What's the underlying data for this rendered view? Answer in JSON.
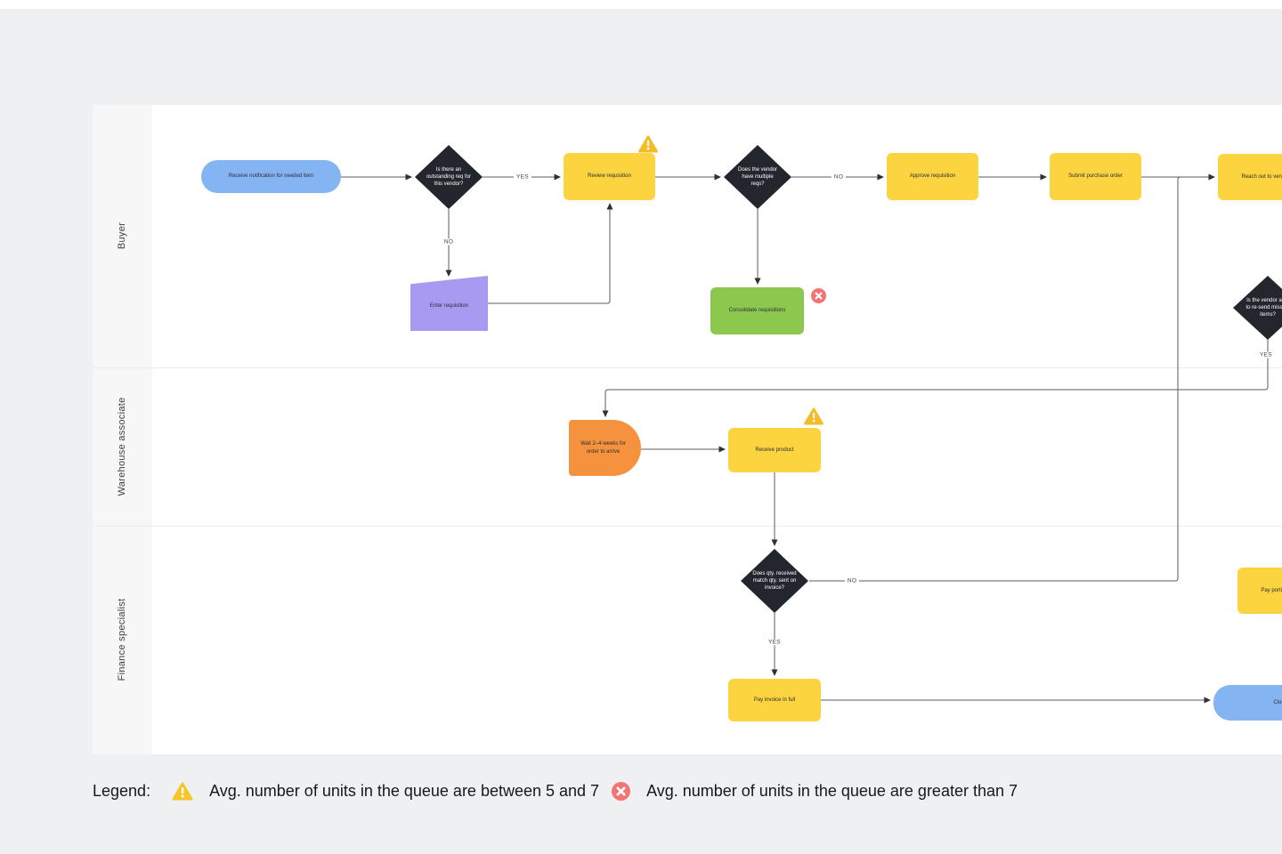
{
  "lanes": [
    {
      "label": "Buyer"
    },
    {
      "label": "Warehouse associate"
    },
    {
      "label": "Finance specialist"
    }
  ],
  "nodes": {
    "start": {
      "label": "Receive notification for needed item",
      "type": "terminator"
    },
    "outstanding_req": {
      "label": "Is there an outstanding req for this vendor?",
      "type": "decision"
    },
    "review_requisition": {
      "label": "Review requisition",
      "type": "process",
      "badge": "warning"
    },
    "enter_requisition": {
      "label": "Enter requisition",
      "type": "manual-input"
    },
    "multiple_reqs": {
      "label": "Does the vendor have multiple reqs?",
      "type": "decision"
    },
    "approve_requisition": {
      "label": "Approve requisition",
      "type": "process"
    },
    "submit_po": {
      "label": "Submit purchase order",
      "type": "process"
    },
    "reach_out_vendor": {
      "label": "Reach out to vendor",
      "type": "process"
    },
    "consolidate": {
      "label": "Consolidate requisitions",
      "type": "process",
      "badge": "error"
    },
    "resend": {
      "label": "Is the vendor able to re-send missing items?",
      "type": "decision"
    },
    "wait_order": {
      "label": "Wait 2–4 weeks for order to arrive",
      "type": "delay"
    },
    "receive_product": {
      "label": "Receive product",
      "type": "process",
      "badge": "warning"
    },
    "qty_match": {
      "label": "Does qty. received match qty. sent on invoice?",
      "type": "decision"
    },
    "pay_portion": {
      "label": "Pay portion of invoice",
      "type": "process"
    },
    "pay_invoice_full": {
      "label": "Pay invoice in full",
      "type": "process"
    },
    "close": {
      "label": "Close",
      "type": "terminator"
    }
  },
  "edge_labels": {
    "outstanding_yes": "YES",
    "outstanding_no": "NO",
    "multiple_no": "NO",
    "resend_yes": "YES",
    "qty_no": "NO",
    "qty_yes": "YES"
  },
  "legend": {
    "title": "Legend:",
    "warning_text": "Avg. number of units in the queue are between 5 and 7",
    "error_text": "Avg. number of units in the queue are greater than 7"
  },
  "colors": {
    "process_yellow": "#FCD440",
    "terminator_blue": "#85B4F2",
    "consolidate_green": "#8CC84E",
    "delay_orange": "#F5923D",
    "manual_purple": "#A79AF0",
    "decision_dark": "#24262E",
    "warning_yellow": "#F2BD26",
    "error_red": "#F37474",
    "wire_gray": "#595B60",
    "canvas_white": "#FFFFFF",
    "page_gray": "#EFF0F2"
  }
}
